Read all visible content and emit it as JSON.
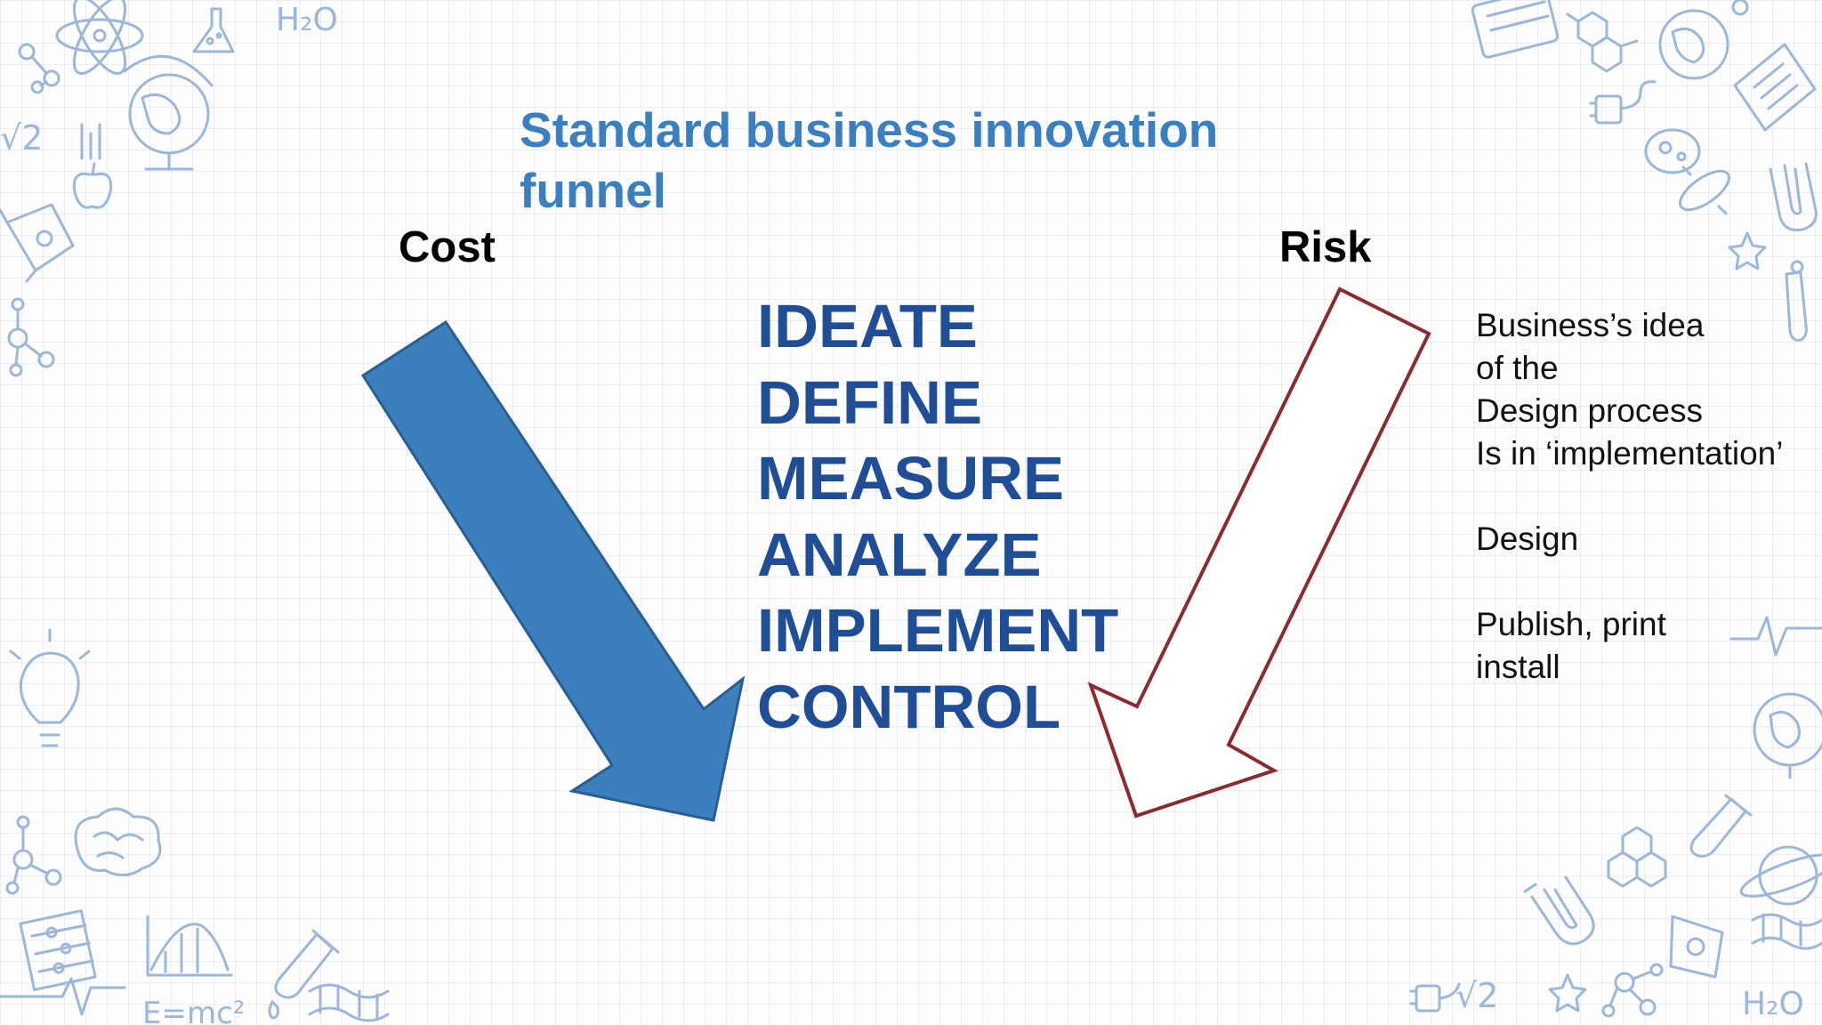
{
  "slide": {
    "title_lines": [
      "Standard business innovation",
      "funnel"
    ],
    "cost_label": "Cost",
    "risk_label": "Risk",
    "steps": [
      "IDEATE",
      "DEFINE",
      "MEASURE",
      "ANALYZE",
      "IMPLEMENT",
      "CONTROL"
    ],
    "notes": [
      [
        "Business’s idea",
        "of  the",
        "Design process",
        "Is in ‘implementation’"
      ],
      [
        "Design"
      ],
      [
        "Publish, print",
        "install"
      ]
    ]
  },
  "colors": {
    "title": "#3a7fbf",
    "steps": "#1f4e97",
    "cost_arrow_fill": "#3b80bd",
    "cost_arrow_stroke": "#2a5d92",
    "risk_arrow_fill": "#ffffff",
    "risk_arrow_stroke": "#8b2a2f",
    "doodle_stroke": "#9bb7d9"
  },
  "decorations": {
    "doodle_formulas": [
      "H₂O",
      "√2",
      "E=mc²"
    ],
    "doodle_icons": [
      "atom-icon",
      "flask-icon",
      "globe-icon",
      "apple-icon",
      "rocket-icon",
      "molecule-icon",
      "lightbulb-icon",
      "brain-icon",
      "abacus-icon",
      "graph-icon",
      "test-tube-icon",
      "dna-icon",
      "calculator-icon",
      "hexagon-molecule-icon",
      "plug-icon",
      "bacteria-icon",
      "magnet-icon",
      "star-icon",
      "book-icon",
      "planet-icon",
      "heartbeat-icon"
    ]
  }
}
